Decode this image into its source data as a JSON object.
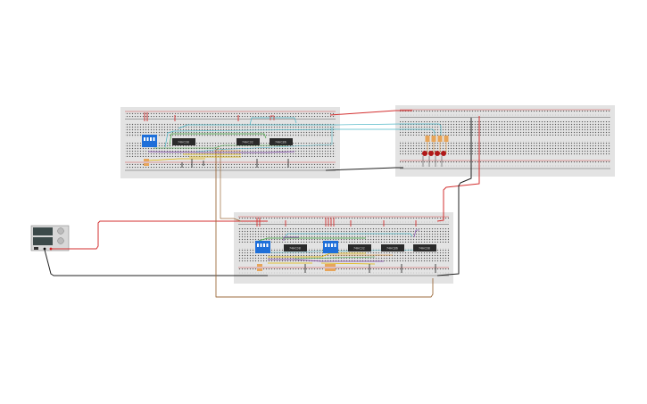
{
  "app": {
    "title": "Circuit design canvas"
  },
  "colors": {
    "canvas_bg": "#ffffff",
    "breadboard": "#e3e3e3",
    "breadboard_hole": "#555555",
    "rail_red": "#cc2222",
    "rail_black": "#333333",
    "wire_red": "#d32f2f",
    "wire_black": "#222222",
    "wire_brown": "#9c6b3c",
    "wire_cyan": "#4db6c6",
    "wire_green": "#3ea53e",
    "wire_purple": "#7b3fa8",
    "wire_yellow": "#e0b400",
    "wire_orange": "#e8881a",
    "chip": "#2a2a2a",
    "dip_switch": "#1e6fd9",
    "led": "#b01818",
    "resistor": "#e7a55a"
  },
  "chips": {
    "top": [
      {
        "label": "74HC08"
      },
      {
        "label": "74HC32"
      },
      {
        "label": "74HC86"
      }
    ],
    "bottom": [
      {
        "label": "74HC08"
      },
      {
        "label": "74HC32"
      },
      {
        "label": "74HC86"
      },
      {
        "label": "74HC08"
      }
    ]
  },
  "icons": {
    "power_supply": "power-supply-icon",
    "dip_switch": "dip-switch-icon",
    "led": "led-icon",
    "resistor": "resistor-icon"
  }
}
